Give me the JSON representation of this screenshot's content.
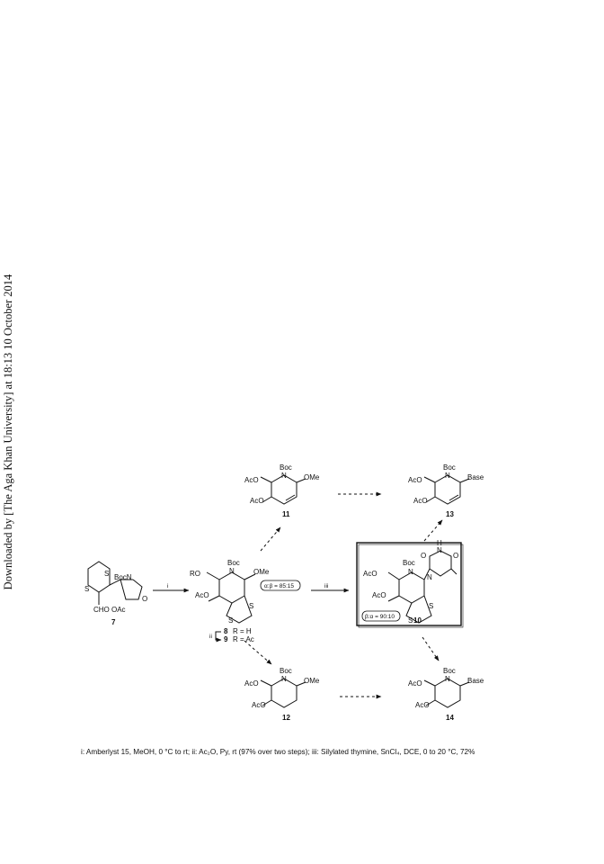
{
  "side_note": "Downloaded by [The Aga Khan University] at 18:13 10 October 2014",
  "compounds": {
    "c7": {
      "id": "7",
      "labels": [
        "S",
        "S",
        "BocN",
        "O",
        "CHO",
        "OAc"
      ]
    },
    "c8_9": {
      "labels": [
        "RO",
        "Boc",
        "N",
        "OMe",
        "AcO",
        "S",
        "S"
      ],
      "ratio": "α:β = 85:15",
      "row1_id": "8",
      "row1_text": "R = H",
      "row2_id": "9",
      "row2_text": "R = Ac"
    },
    "c10": {
      "id": "10",
      "labels": [
        "O",
        "H",
        "N",
        "O",
        "N",
        "AcO",
        "Boc",
        "N",
        "AcO",
        "S",
        "S"
      ],
      "ratio": "β:α = 90:10"
    },
    "c11": {
      "id": "11",
      "labels": [
        "Boc",
        "N",
        "OMe",
        "AcO",
        "AcO"
      ]
    },
    "c12": {
      "id": "12",
      "labels": [
        "Boc",
        "N",
        "OMe",
        "AcO",
        "AcO"
      ]
    },
    "c13": {
      "id": "13",
      "labels": [
        "Boc",
        "N",
        "Base",
        "AcO",
        "AcO"
      ]
    },
    "c14": {
      "id": "14",
      "labels": [
        "Boc",
        "N",
        "Base",
        "AcO",
        "AcO"
      ]
    }
  },
  "steps": {
    "s1": "i",
    "s2": "ii",
    "s3": "iii"
  },
  "caption": "i: Amberlyst 15, MeOH, 0 °C to rt; ii: Ac₂O, Py, rt (97% over two steps); iii: Silylated thymine, SnCl₄, DCE, 0 to 20 °C, 72%"
}
